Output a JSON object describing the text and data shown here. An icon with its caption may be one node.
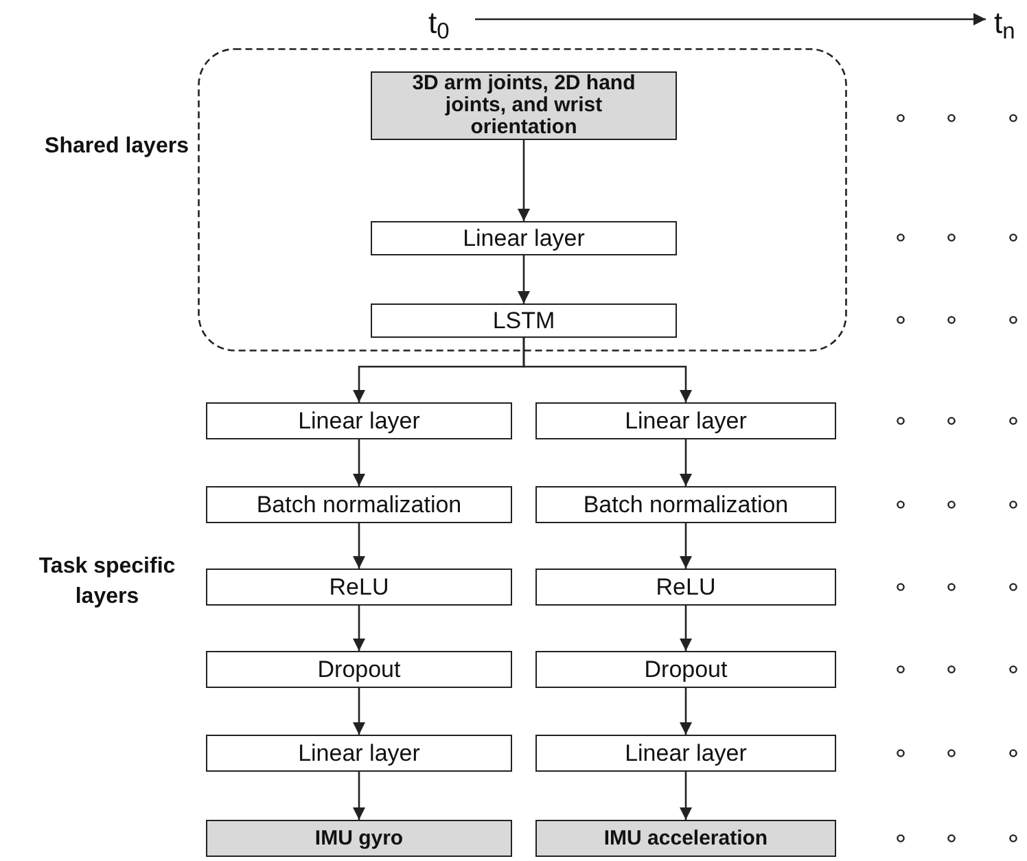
{
  "diagram": {
    "nodes": [
      {
        "text": [],
        "shape": "box"
      },
      {
        "text": [
          "3D arm joints, 2D hand joints, and wrist orientation"
        ],
        "in": 0
      },
      {
        "text": [
          "Linear layer"
        ],
        "in": 0
      },
      {
        "text": [
          "LSTM"
        ],
        "in": 0
      },
      {
        "text": [
          "Linear layer"
        ]
      },
      {
        "text": [
          "Linear layer"
        ]
      },
      {
        "text": [
          "Batch normalization"
        ]
      },
      {
        "text": [
          "Batch normalization"
        ]
      },
      {
        "text": [
          "ReLU"
        ]
      },
      {
        "text": [
          "ReLU"
        ]
      },
      {
        "text": [
          "Dropout"
        ]
      },
      {
        "text": [
          "Dropout"
        ]
      },
      {
        "text": [
          "Linear layer"
        ]
      },
      {
        "text": [
          "Linear layer"
        ]
      },
      {
        "text": [
          "IMU gyro"
        ]
      },
      {
        "text": [
          "IMU acceleration"
        ]
      }
    ],
    "edges": [
      {
        "from": 1,
        "to": 2,
        "arrow": "to"
      },
      {
        "from": 2,
        "to": 3,
        "arrow": "to"
      },
      {
        "from": 3,
        "to": 4,
        "arrow": "to"
      },
      {
        "from": 3,
        "to": 5,
        "arrow": "to"
      },
      {
        "from": 4,
        "to": 6,
        "arrow": "to"
      },
      {
        "from": 6,
        "to": 8,
        "arrow": "to"
      },
      {
        "from": 8,
        "to": 10,
        "arrow": "to"
      },
      {
        "from": 10,
        "to": 12,
        "arrow": "to"
      },
      {
        "from": 12,
        "to": 14,
        "arrow": "to"
      },
      {
        "from": 5,
        "to": 7,
        "arrow": "to"
      },
      {
        "from": 7,
        "to": 9,
        "arrow": "to"
      },
      {
        "from": 9,
        "to": 11,
        "arrow": "to"
      },
      {
        "from": 11,
        "to": 13,
        "arrow": "to"
      },
      {
        "from": 13,
        "to": 15,
        "arrow": "to"
      }
    ],
    "labels": [
      "t$_{0}$",
      "t$_{n}$",
      "Shared layers",
      "Task specific layers"
    ]
  }
}
